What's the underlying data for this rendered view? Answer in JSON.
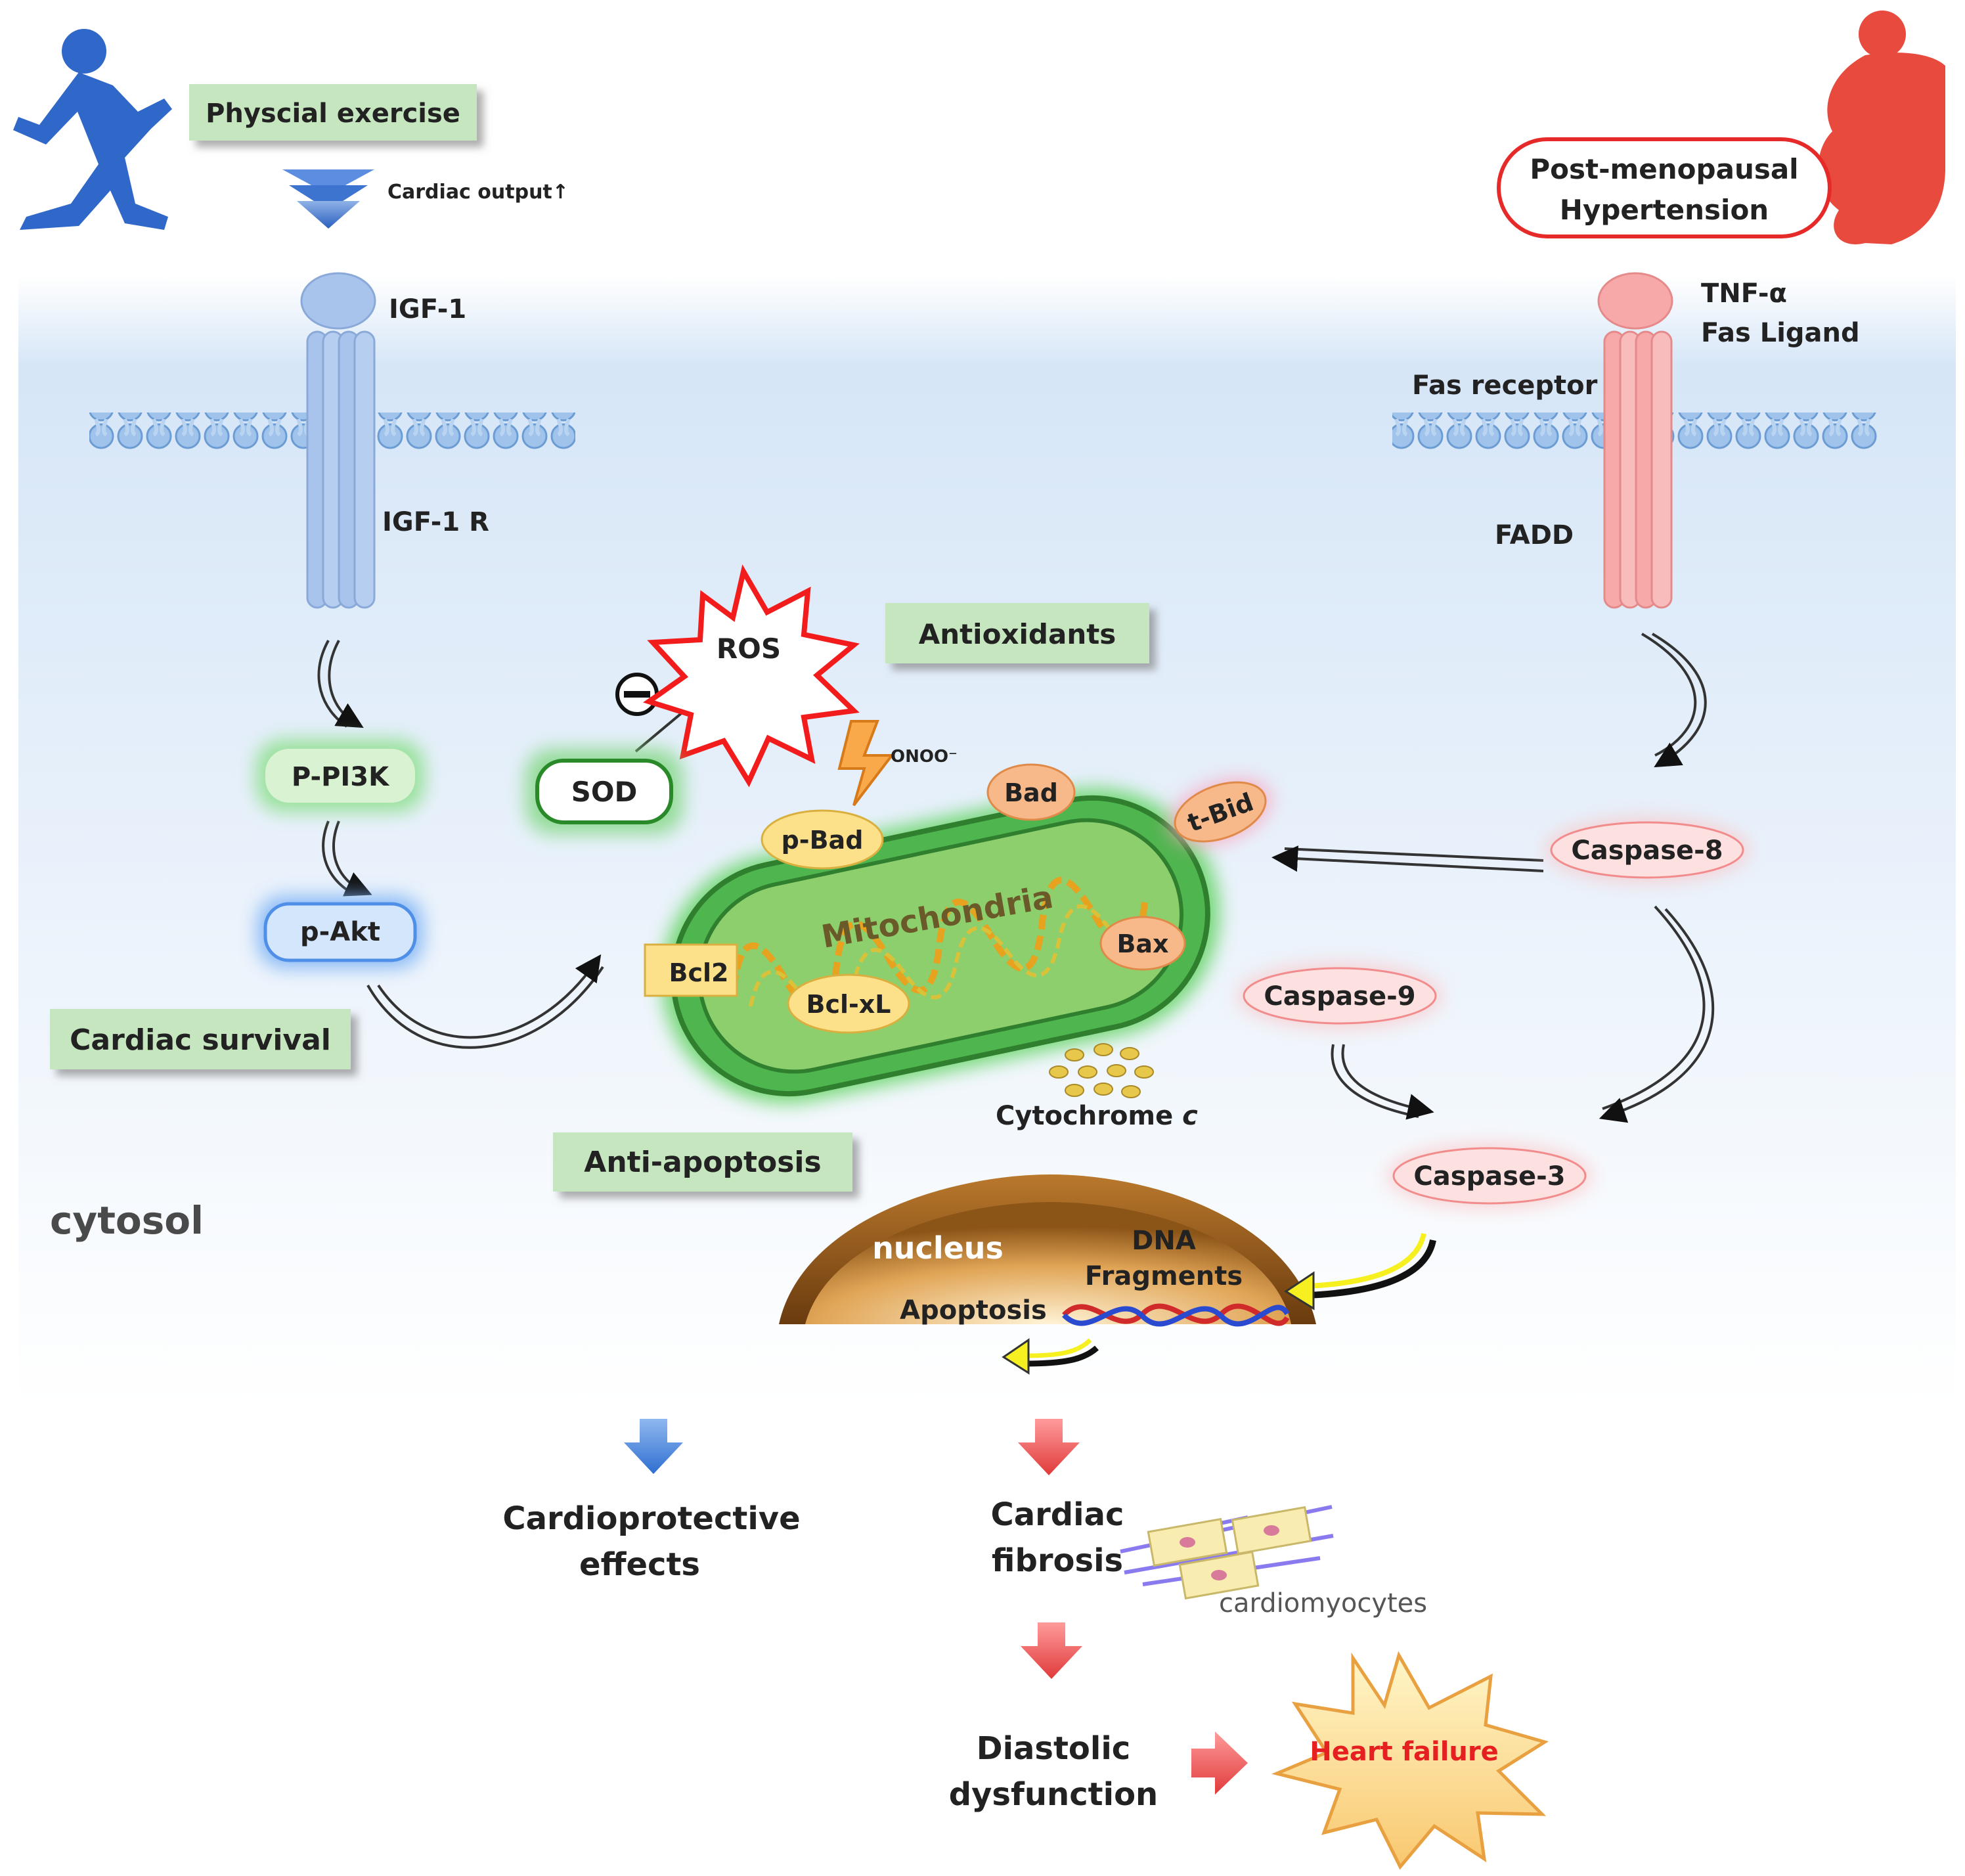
{
  "inputs": {
    "exercise": "Physcial exercise",
    "cardiac_output": "Cardiac output↑",
    "postmenopausal": [
      "Post-menopausal",
      "Hypertension"
    ]
  },
  "receptors": {
    "igf1": "IGF-1",
    "igf1r": "IGF-1 R",
    "tnf": "TNF-α",
    "fas_ligand": "Fas Ligand",
    "fas_receptor": "Fas receptor",
    "fadd": "FADD"
  },
  "survival_path": {
    "pi3k": "P-PI3K",
    "akt": "p-Akt",
    "cardiac_survival": "Cardiac survival",
    "anti_apoptosis": "Anti-apoptosis"
  },
  "oxidative": {
    "ros": "ROS",
    "antioxidants": "Antioxidants",
    "sod": "SOD",
    "onoo": "ONOO⁻"
  },
  "mitochondria": {
    "label": "Mitochondria",
    "bad": "Bad",
    "pbad": "p-Bad",
    "tbid": "t-Bid",
    "bax": "Bax",
    "bcl2": "Bcl2",
    "bclxl": "Bcl-xL",
    "cytochrome": "Cytochrome",
    "cytochrome_c": "c"
  },
  "caspases": {
    "c8": "Caspase-8",
    "c9": "Caspase-9",
    "c3": "Caspase-3"
  },
  "nucleus": {
    "label": "nucleus",
    "dna": "DNA",
    "fragments": "Fragments",
    "apoptosis": "Apoptosis"
  },
  "compartment": "cytosol",
  "outcomes": {
    "cardioprotective": [
      "Cardioprotective",
      "effects"
    ],
    "fibrosis": [
      "Cardiac",
      "fibrosis"
    ],
    "cardiomyocytes": "cardiomyocytes",
    "diastolic": [
      "Diastolic",
      "dysfunction"
    ],
    "heart_failure": "Heart failure"
  },
  "colors": {
    "green_box": "#c6e6c0",
    "blue_receptor": "#a8c4ec",
    "pink_receptor": "#f7a8a8",
    "caspase_fill": "#fde0e0",
    "orange_protein": "#f8b98a",
    "yellow_protein": "#fde08a"
  }
}
